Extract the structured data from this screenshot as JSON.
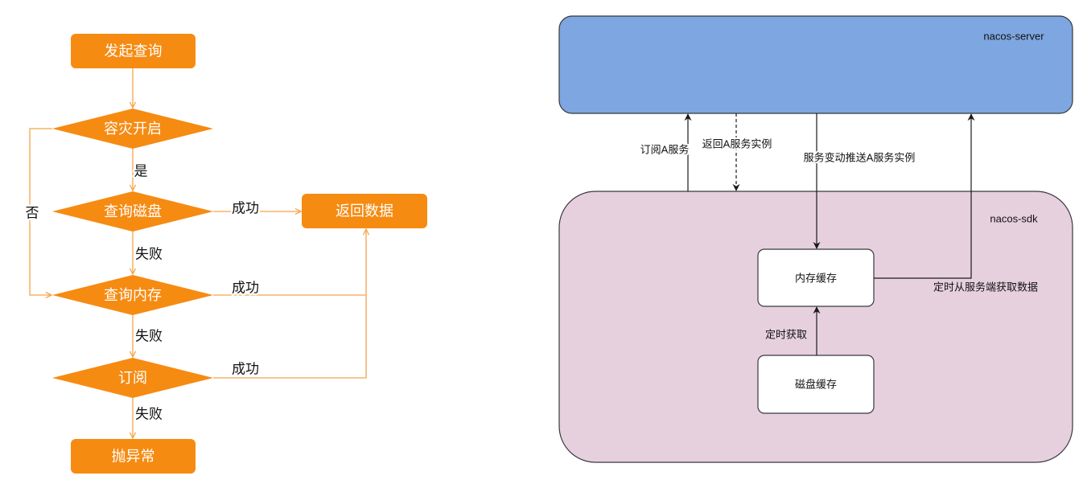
{
  "left_flowchart": {
    "start": "发起查询",
    "decisions": [
      "容灾开启",
      "查询磁盘",
      "查询内存",
      "订阅"
    ],
    "return_box": "返回数据",
    "error_box": "抛异常",
    "yes_label": "是",
    "no_label": "否",
    "success_labels": [
      "成功",
      "成功",
      "成功"
    ],
    "fail_labels": [
      "失败",
      "失败",
      "失败"
    ]
  },
  "right_diagram": {
    "server_label": "nacos-server",
    "sdk_label": "nacos-sdk",
    "memory_cache": "内存缓存",
    "disk_cache": "磁盘缓存",
    "edges": {
      "subscribe": "订阅A服务",
      "return_instances": "返回A服务实例",
      "push_changes": "服务变动推送A服务实例",
      "fetch_from_server": "定时从服务端获取数据",
      "fetch_from_disk": "定时获取"
    }
  },
  "colors": {
    "orange": "#f68b12",
    "orange_line": "#f5a54a",
    "server_fill": "#7ea6e0",
    "sdk_fill": "#e6d0de",
    "stroke": "#36393d"
  }
}
